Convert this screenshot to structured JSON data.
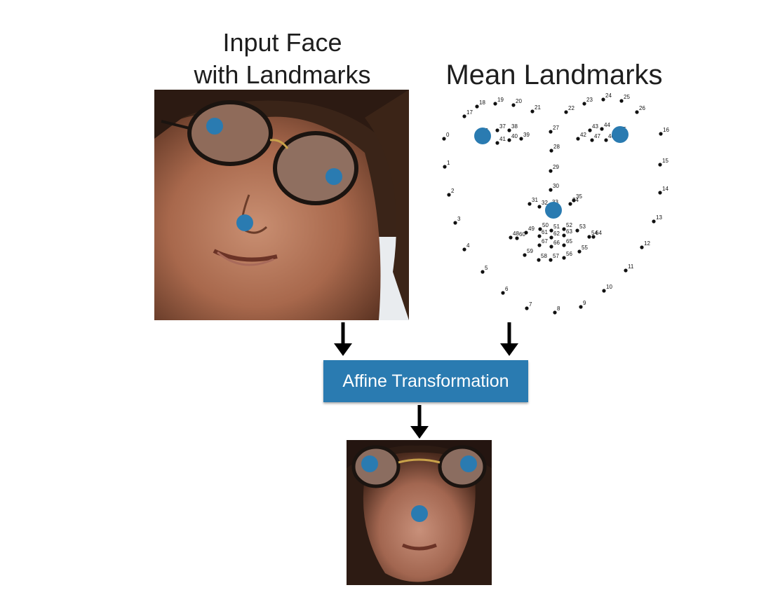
{
  "titles": {
    "input": [
      "Input Face",
      "with Landmarks"
    ],
    "mean": "Mean Landmarks"
  },
  "transform_box": {
    "label": "Affine Transformation"
  },
  "colors": {
    "accent_blue": "#2a7bb1",
    "landmark_dot": "#1f77b4",
    "mean_point": "#111111",
    "arrow": "#000000"
  },
  "mean_landmarks": {
    "labels": [
      "0",
      "1",
      "2",
      "3",
      "4",
      "5",
      "6",
      "7",
      "8",
      "9",
      "10",
      "11",
      "12",
      "13",
      "14",
      "15",
      "16",
      "17",
      "18",
      "19",
      "20",
      "21",
      "22",
      "23",
      "24",
      "25",
      "26",
      "27",
      "28",
      "29",
      "30",
      "31",
      "32",
      "33",
      "34",
      "35",
      "36",
      "37",
      "38",
      "39",
      "40",
      "41",
      "42",
      "43",
      "44",
      "45",
      "46",
      "47",
      "48",
      "49",
      "50",
      "51",
      "52",
      "53",
      "54",
      "55",
      "56",
      "57",
      "58",
      "59",
      "60",
      "61",
      "62",
      "63",
      "64",
      "65",
      "66",
      "67"
    ]
  }
}
